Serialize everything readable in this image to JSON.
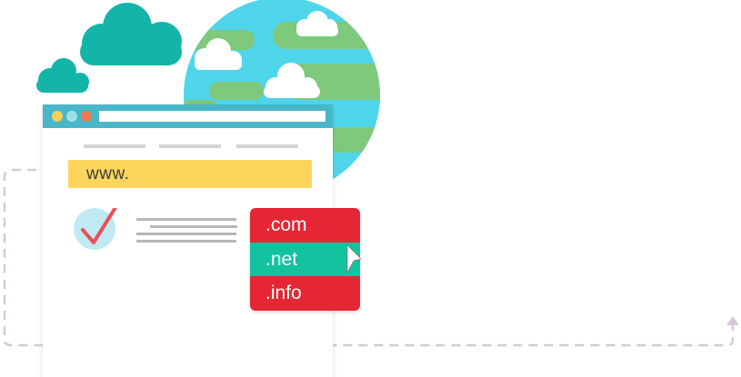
{
  "browser": {
    "url_text": "www."
  },
  "domains": [
    {
      "label": ".com",
      "color": "#e52634"
    },
    {
      "label": ".net",
      "color": "#13c3a0"
    },
    {
      "label": ".info",
      "color": "#e52634"
    }
  ],
  "icons": {
    "cloud": "cloud-icon",
    "globe": "globe-icon",
    "check": "checkmark-icon",
    "gear": "gear-icon",
    "cursor": "mouse-cursor-icon"
  },
  "colors": {
    "cloud": "#13b5a8",
    "globe_water": "#4fd5ea",
    "globe_land": "#7ec97c",
    "titlebar": "#47b7c9",
    "url_bar": "#fed55c",
    "gear": "#e2e2e2",
    "dash": "#d3c9d7"
  }
}
